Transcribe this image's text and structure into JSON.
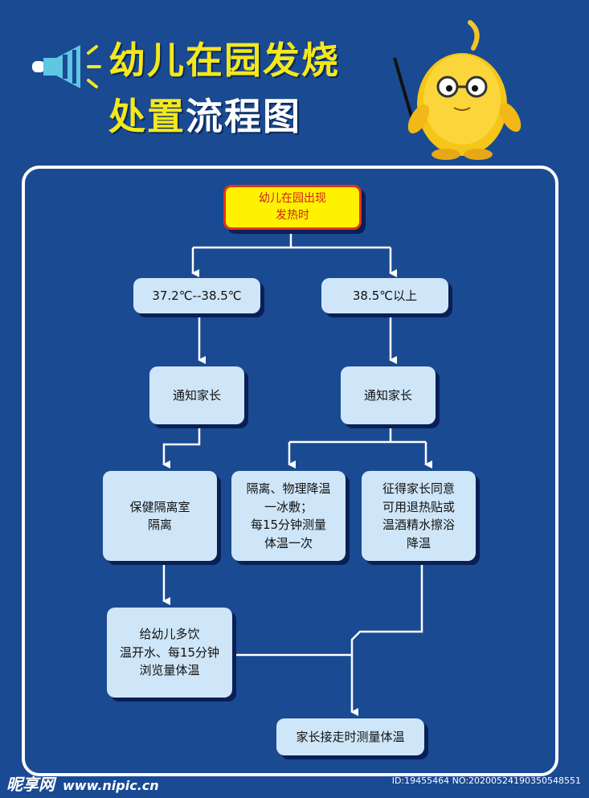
{
  "header": {
    "title_line1": "幼儿在园发烧",
    "title_line2_part1": "处置",
    "title_line2_part2": "流程图"
  },
  "flow": {
    "start": "幼儿在园出现\n发热时",
    "left_range": "37.2℃--38.5℃",
    "right_range": "38.5℃以上",
    "left_notify": "通知家长",
    "right_notify": "通知家长",
    "left_isolate": "保健隔离室\n隔离",
    "mid_cool": "隔离、物理降温\n一冰敷；\n每15分钟测量\n体温一次",
    "right_consent": "征得家长同意\n可用退热贴或\n温酒精水擦浴\n降温",
    "left_water": "给幼儿多饮\n温开水、每15分钟\n浏览量体温",
    "end": "家长接走时测量体温"
  },
  "footer": {
    "brand": "昵享网",
    "url": "www.nipic.cn",
    "id_text": "ID:19455464 NO:20200524190350548551"
  },
  "colors": {
    "background": "#1a4a92",
    "title_yellow": "#f4e81c",
    "box_fill": "#cfe6f8",
    "start_fill": "#fff200",
    "start_border": "#e4321b"
  },
  "icons": [
    "megaphone-icon",
    "mascot-character"
  ]
}
